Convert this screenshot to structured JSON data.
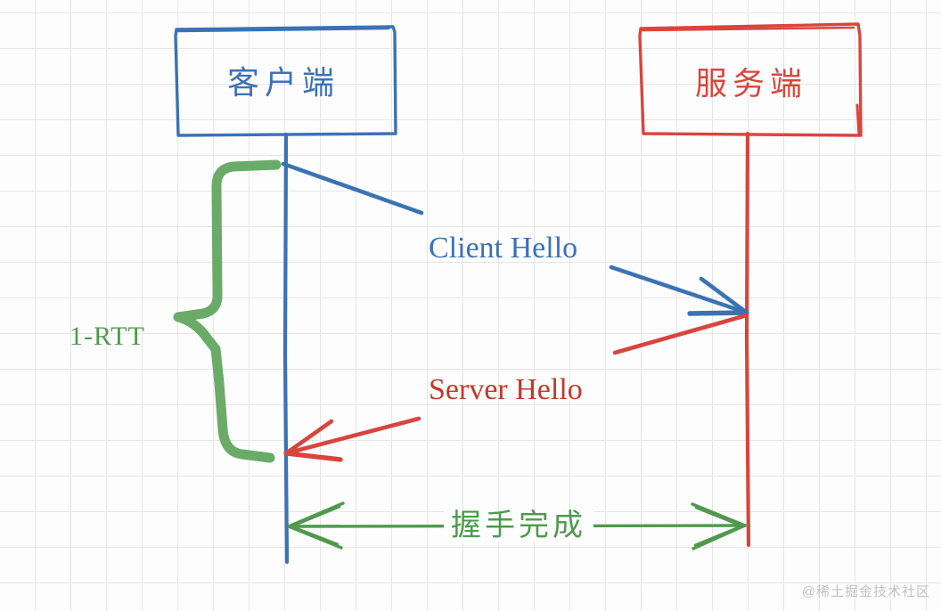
{
  "diagram": {
    "title_client": "客户端",
    "title_server": "服务端",
    "colors": {
      "client_blue": "#3b72b5",
      "server_red": "#d9453c",
      "annotation_green": "#6aab68",
      "grid_line": "#e6e6e6",
      "background": "#fdfdfd",
      "watermark": "#c2c2c2"
    },
    "nodes": [
      {
        "id": "client",
        "label": "客户端",
        "color": "#3b72b5"
      },
      {
        "id": "server",
        "label": "服务端",
        "color": "#d9453c"
      }
    ],
    "messages": [
      {
        "id": "client-hello",
        "label": "Client Hello",
        "from": "client",
        "to": "server",
        "color": "#3b72b5"
      },
      {
        "id": "server-hello",
        "label": "Server Hello",
        "from": "server",
        "to": "client",
        "color": "#d9453c"
      },
      {
        "id": "handshake-complete",
        "label": "握手完成",
        "from": "client",
        "to": "server",
        "bidirectional": true,
        "color": "#6aab68"
      }
    ],
    "annotations": [
      {
        "id": "rtt-brace",
        "label": "1-RTT",
        "color": "#6aab68"
      }
    ],
    "watermark": "@稀土掘金技术社区"
  }
}
